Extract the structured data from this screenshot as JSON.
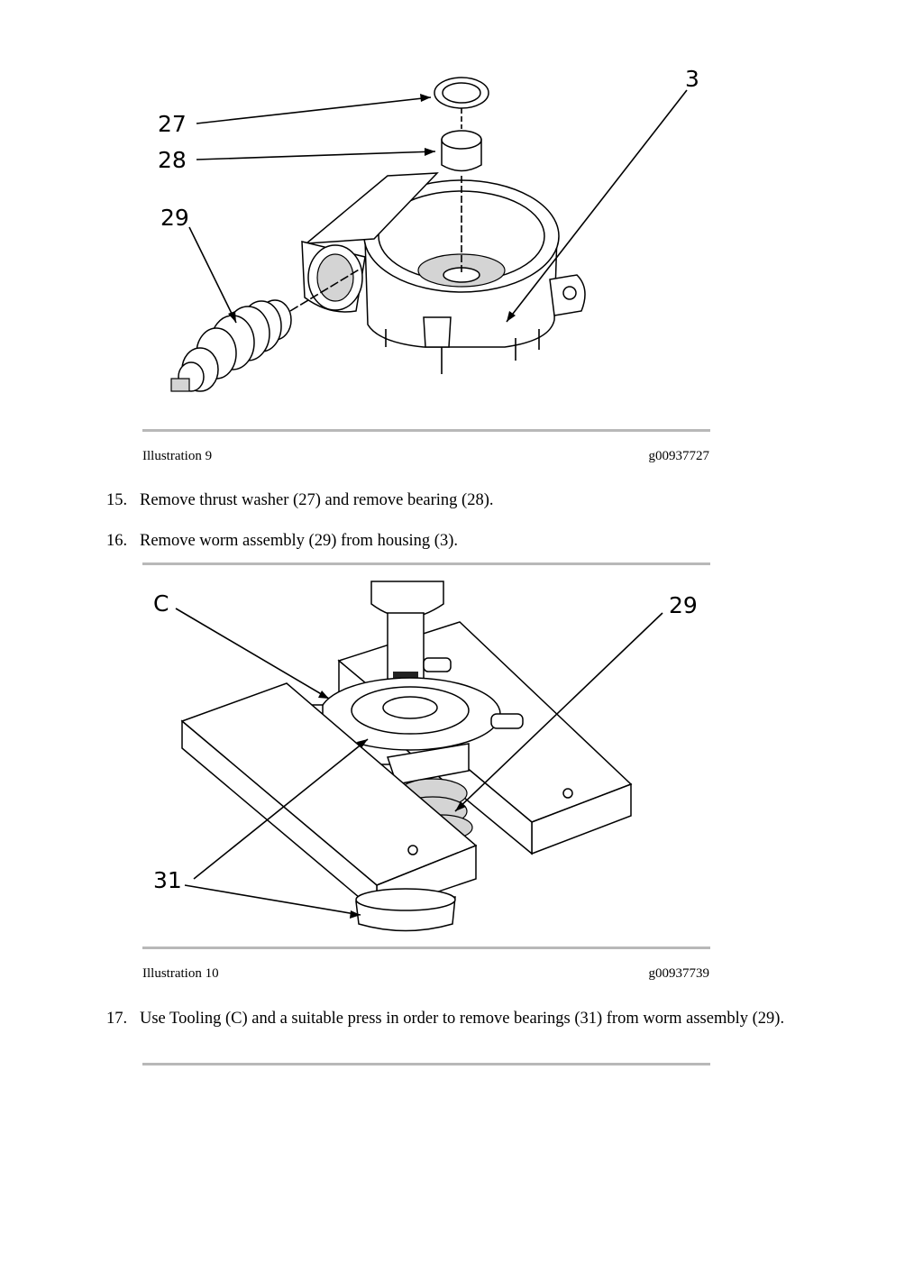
{
  "figure1": {
    "labels": {
      "l27": "27",
      "l28": "28",
      "l29": "29",
      "l3": "3"
    },
    "caption": "Illustration 9",
    "code": "g00937727"
  },
  "steps": [
    {
      "number": "15.",
      "text": "Remove thrust washer (27) and remove bearing (28)."
    },
    {
      "number": "16.",
      "text": "Remove worm assembly (29) from housing (3)."
    },
    {
      "number": "17.",
      "text": "Use Tooling (C) and a suitable press in order to remove bearings (31) from worm assembly (29)."
    }
  ],
  "figure2": {
    "labels": {
      "lC": "C",
      "l29": "29",
      "l31": "31"
    },
    "caption": "Illustration 10",
    "code": "g00937739"
  }
}
